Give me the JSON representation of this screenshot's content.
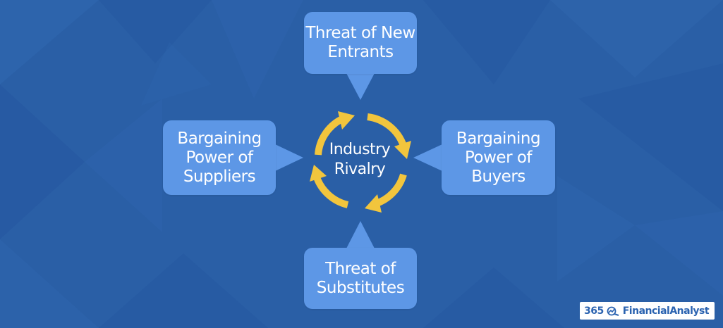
{
  "diagram": {
    "center": "Industry\nRivalry",
    "top": "Threat of New\nEntrants",
    "left": "Bargaining\nPower of\nSuppliers",
    "right": "Bargaining\nPower of\nBuyers",
    "bottom": "Threat of\nSubstitutes"
  },
  "logo": {
    "number": "365",
    "name": "FinancialAnalyst"
  },
  "colors": {
    "background": "#2a5fa6",
    "bubble": "#5d97e6",
    "arrows": "#f2c53d",
    "text": "#ffffff"
  },
  "icons": [
    "cycle-arrows-icon",
    "logo-icon"
  ]
}
